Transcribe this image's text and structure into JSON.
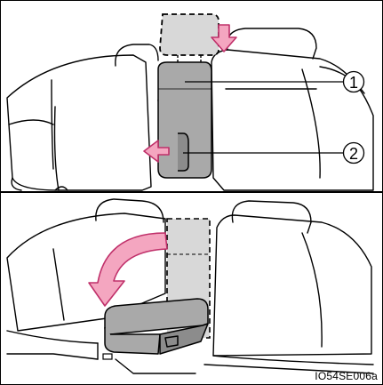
{
  "callouts": [
    {
      "number": "1",
      "description": ""
    },
    {
      "number": "2",
      "description": ""
    }
  ],
  "figure_code": "IO54SE006a",
  "colors": {
    "line": "#000000",
    "armrest_fill": "#a9a9a9",
    "headrest_fill": "#d8d8d8",
    "arrow_fill": "#f4a6c0",
    "arrow_stroke": "#c0306a"
  },
  "icons": [
    "down-arrow-icon",
    "left-arrow-icon",
    "curved-arrow-icon"
  ]
}
